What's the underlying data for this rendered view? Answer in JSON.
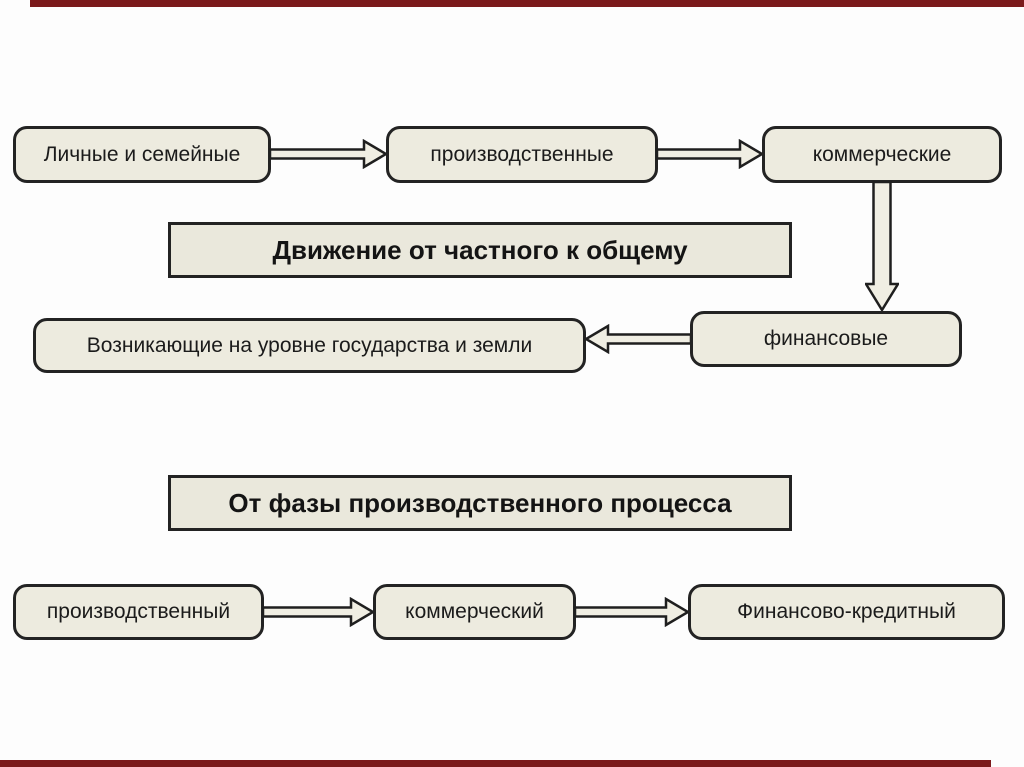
{
  "colors": {
    "background": "#fdfdfd",
    "accent_bar": "#7b1a1b",
    "box_fill": "#edebdf",
    "box_border": "#232323",
    "arrow_fill": "#f0eee3",
    "text": "#1b1b1b"
  },
  "flow_private_to_common": {
    "title": "Движение от частного к общему",
    "row1": [
      {
        "label": "Личные и семейные"
      },
      {
        "label": "производственные"
      },
      {
        "label": "коммерческие"
      }
    ],
    "row2": {
      "left": {
        "label": "Возникающие на уровне государства и земли"
      },
      "right": {
        "label": "финансовые"
      }
    }
  },
  "flow_production_phase": {
    "title": "От фазы производственного процесса",
    "row": [
      {
        "label": "производственный"
      },
      {
        "label": "коммерческий"
      },
      {
        "label": "Финансово-кредитный"
      }
    ]
  }
}
